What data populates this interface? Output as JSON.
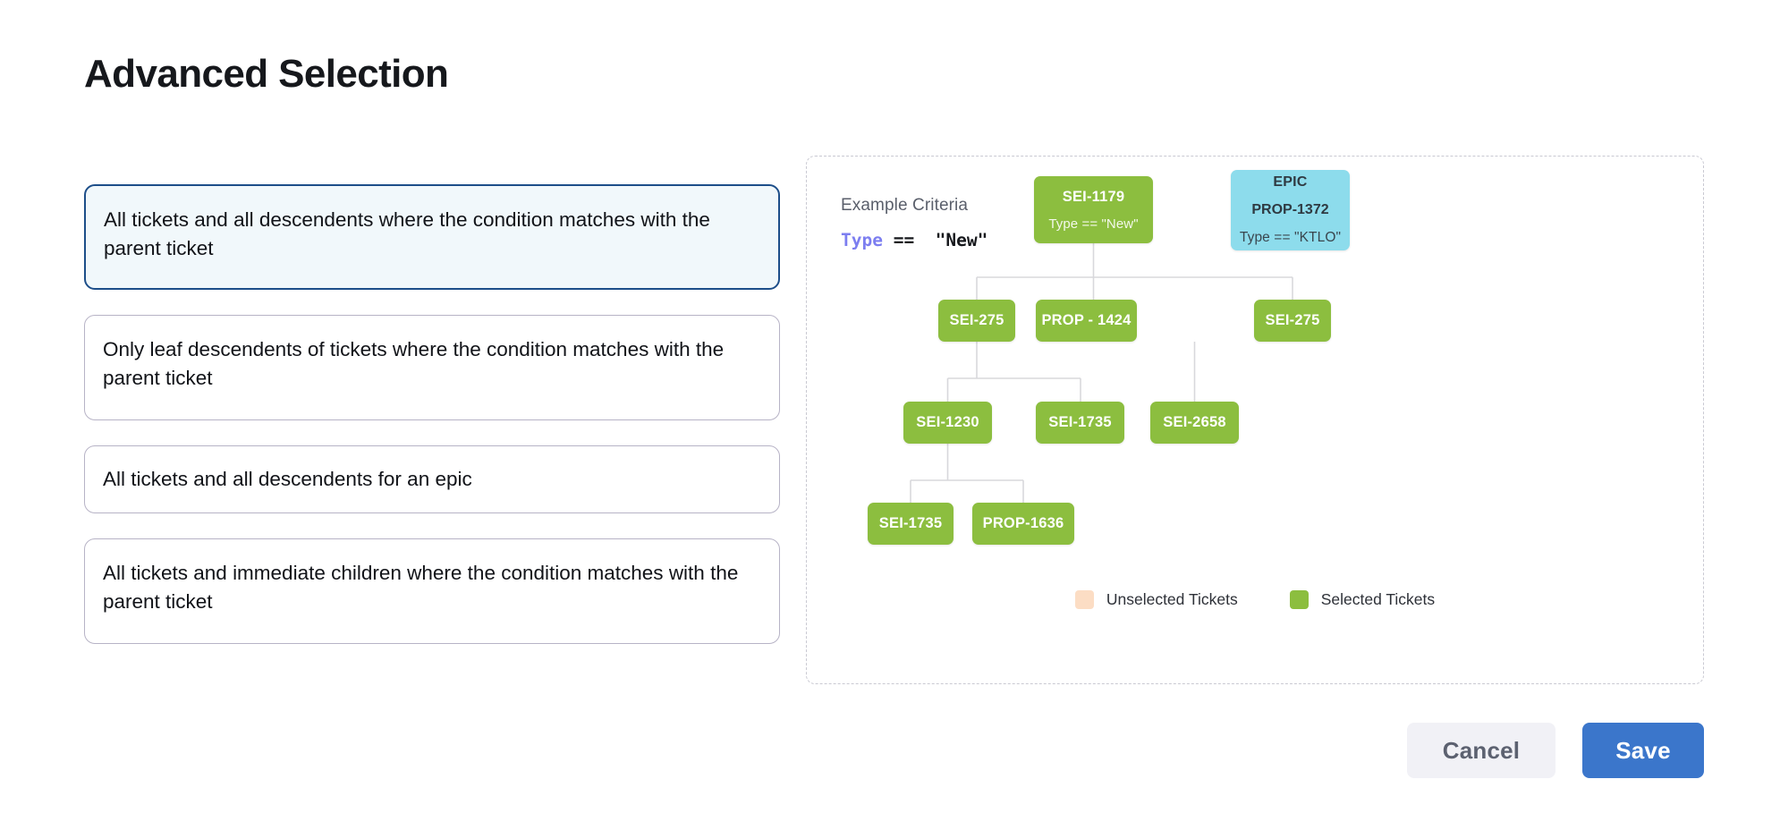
{
  "page": {
    "title": "Advanced Selection"
  },
  "options": [
    {
      "label": "All tickets and all descendents where the condition matches with the parent ticket",
      "selected": true
    },
    {
      "label": "Only leaf descendents of tickets where the condition matches with the parent ticket",
      "selected": false
    },
    {
      "label": "All tickets and all descendents for an epic",
      "selected": false
    },
    {
      "label": "All tickets and immediate children where the condition matches with the parent ticket",
      "selected": false
    }
  ],
  "diagram": {
    "criteria_label": "Example Criteria",
    "criteria_keyword": "Type",
    "criteria_rest": " ==  \"New\"",
    "nodes": {
      "root": {
        "id": "SEI-1179",
        "condition": "Type == \"New\""
      },
      "epic": {
        "kind": "EPIC",
        "id": "PROP-1372",
        "condition": "Type == \"KTLO\""
      },
      "r2a": {
        "id": "SEI-275"
      },
      "r2b": {
        "id": "PROP - 1424"
      },
      "r2c": {
        "id": "SEI-275"
      },
      "r3a": {
        "id": "SEI-1230"
      },
      "r3b": {
        "id": "SEI-1735"
      },
      "r3c": {
        "id": "SEI-2658"
      },
      "r4a": {
        "id": "SEI-1735"
      },
      "r4b": {
        "id": "PROP-1636"
      }
    },
    "legend": [
      {
        "label": "Unselected Tickets",
        "color": "#fcddc4"
      },
      {
        "label": "Selected Tickets",
        "color": "#8cbe3f"
      }
    ]
  },
  "footer": {
    "cancel_label": "Cancel",
    "save_label": "Save"
  },
  "colors": {
    "selected_node": "#8cbe3f",
    "epic_node": "#8ddcec",
    "unselected_node": "#fcddc4",
    "primary_button": "#3b76cb",
    "selected_card_border": "#1d4e89",
    "selected_card_bg": "#f1f8fb",
    "card_border": "#b7b3c6",
    "keyword": "#7c7ef0"
  }
}
